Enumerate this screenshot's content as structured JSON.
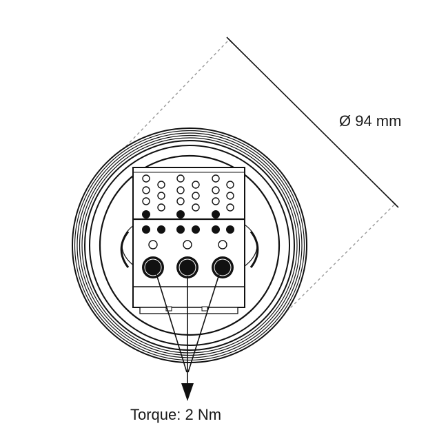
{
  "diagram": {
    "dimension_label": "Ø 94 mm",
    "torque_label": "Torque: 2 Nm",
    "colors": {
      "line": "#111111",
      "dashed": "#9a9a9a",
      "background": "#ffffff"
    },
    "components": {
      "outer_rings": "concentric housing rings (×6)",
      "inner_ring": "inner seating ring",
      "terminal_block": "terminal block with 3 cable glands",
      "cable_glands": 3,
      "torque_arrow": "downward arrow converging from glands"
    }
  }
}
